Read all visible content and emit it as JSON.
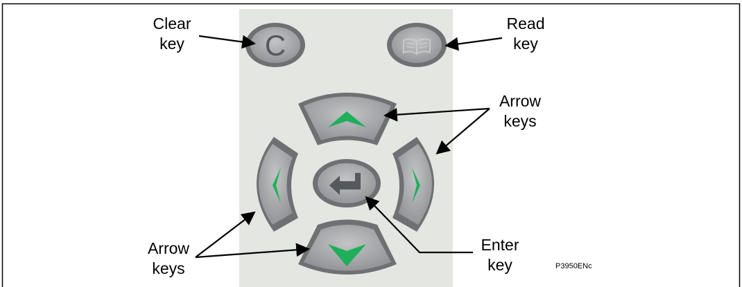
{
  "figure_code": "P3950ENc",
  "labels": {
    "clear": {
      "line1": "Clear",
      "line2": "key"
    },
    "read": {
      "line1": "Read",
      "line2": "key"
    },
    "arrow_right": {
      "line1": "Arrow",
      "line2": "keys"
    },
    "arrow_left": {
      "line1": "Arrow",
      "line2": "keys"
    },
    "enter": {
      "line1": "Enter",
      "line2": "key"
    }
  },
  "keys": {
    "clear": {
      "glyph": "C"
    }
  },
  "colors": {
    "panel": "#e4e6e1",
    "key_face": "#a6a8aa",
    "key_rim": "#6e7073",
    "arrow_green": "#1fae5a",
    "enter_symbol": "#55585c"
  }
}
